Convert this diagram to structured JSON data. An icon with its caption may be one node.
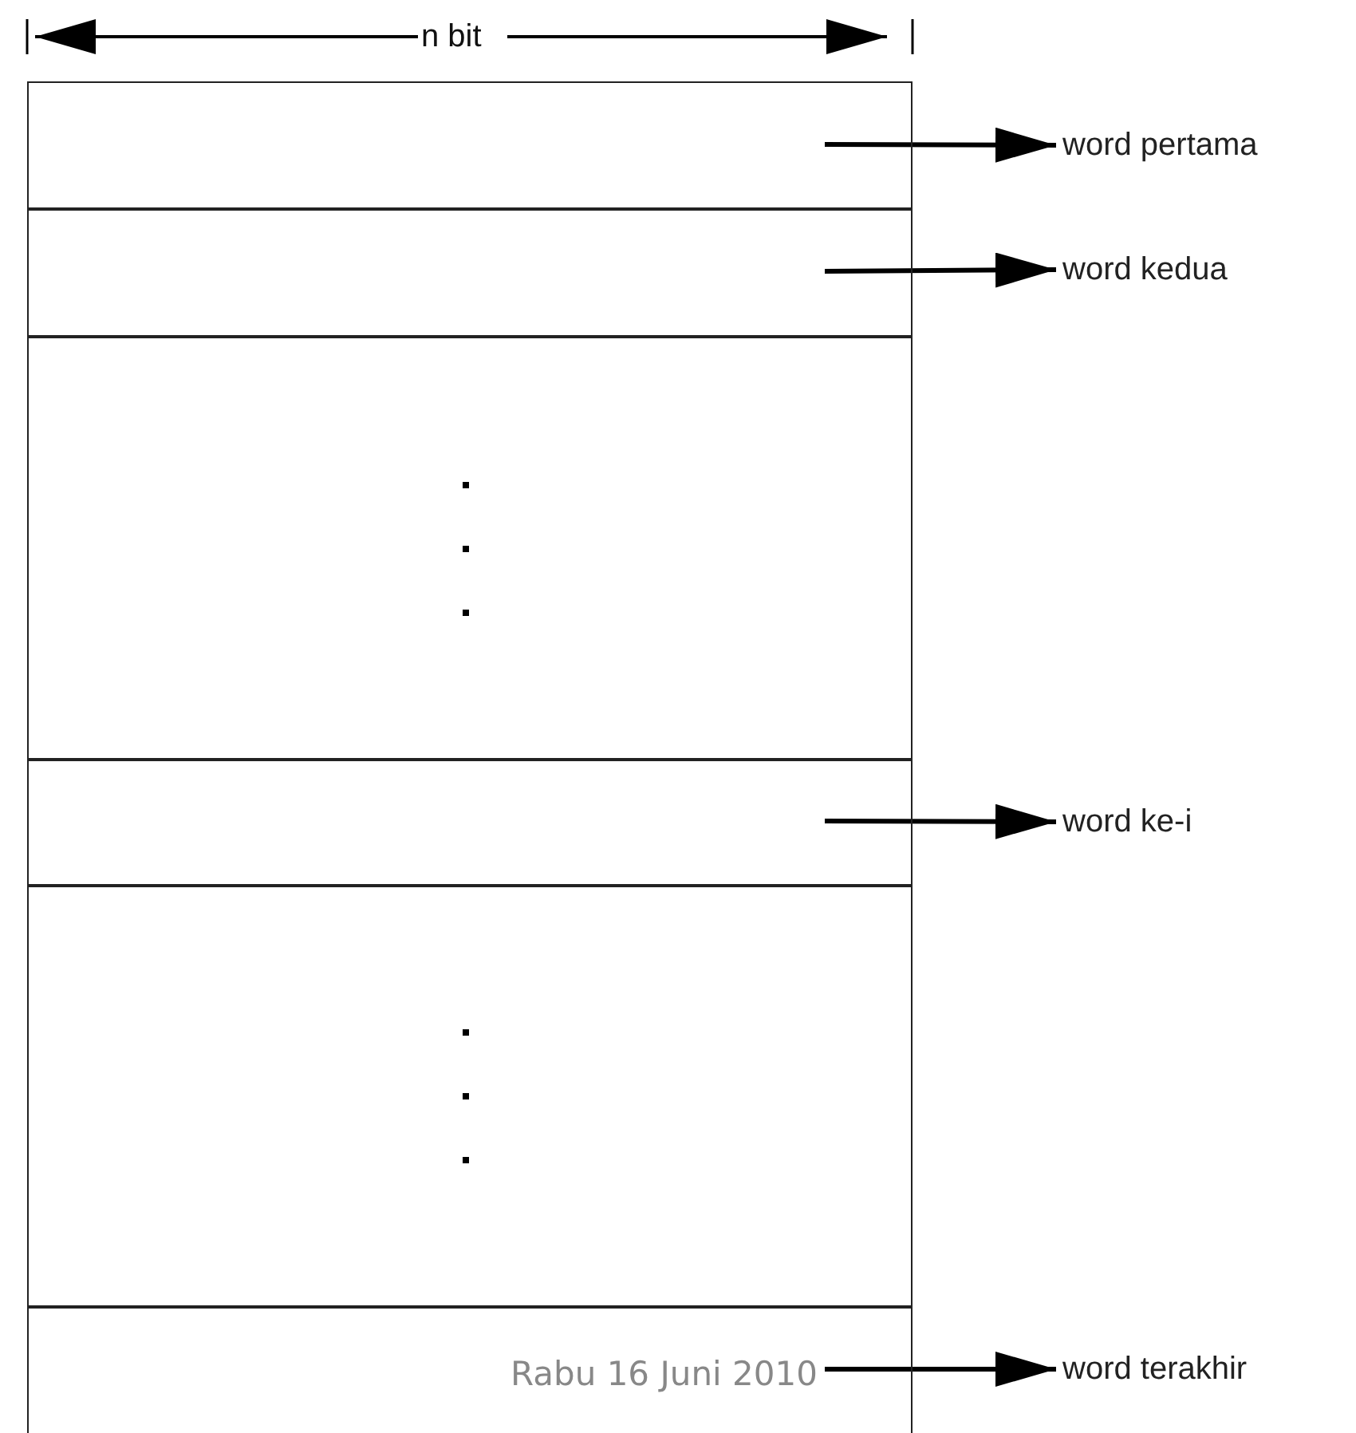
{
  "diagram": {
    "caption": "Rabu 16 Juni 2010",
    "nodes": [
      {
        "text": [],
        "shape": "box"
      },
      {
        "text": [
          "word pertama"
        ]
      },
      {
        "text": [],
        "shape": "box"
      },
      {
        "text": [
          "word kedua"
        ]
      },
      {
        "text": [],
        "shape": "box"
      },
      {
        "text": [],
        "shape": "box"
      },
      {
        "text": [
          "word ke-i"
        ]
      },
      {
        "text": [],
        "shape": "box"
      },
      {
        "text": [],
        "shape": "box"
      },
      {
        "text": [
          "word terakhir"
        ]
      }
    ],
    "edges": [
      {
        "from": 0,
        "to": 1,
        "arrow": "to"
      },
      {
        "from": 2,
        "to": 3,
        "arrow": "to"
      },
      {
        "from": 5,
        "to": 6,
        "arrow": "to"
      },
      {
        "from": 8,
        "to": 9,
        "arrow": "to"
      }
    ],
    "labels": [
      "n bit"
    ]
  }
}
